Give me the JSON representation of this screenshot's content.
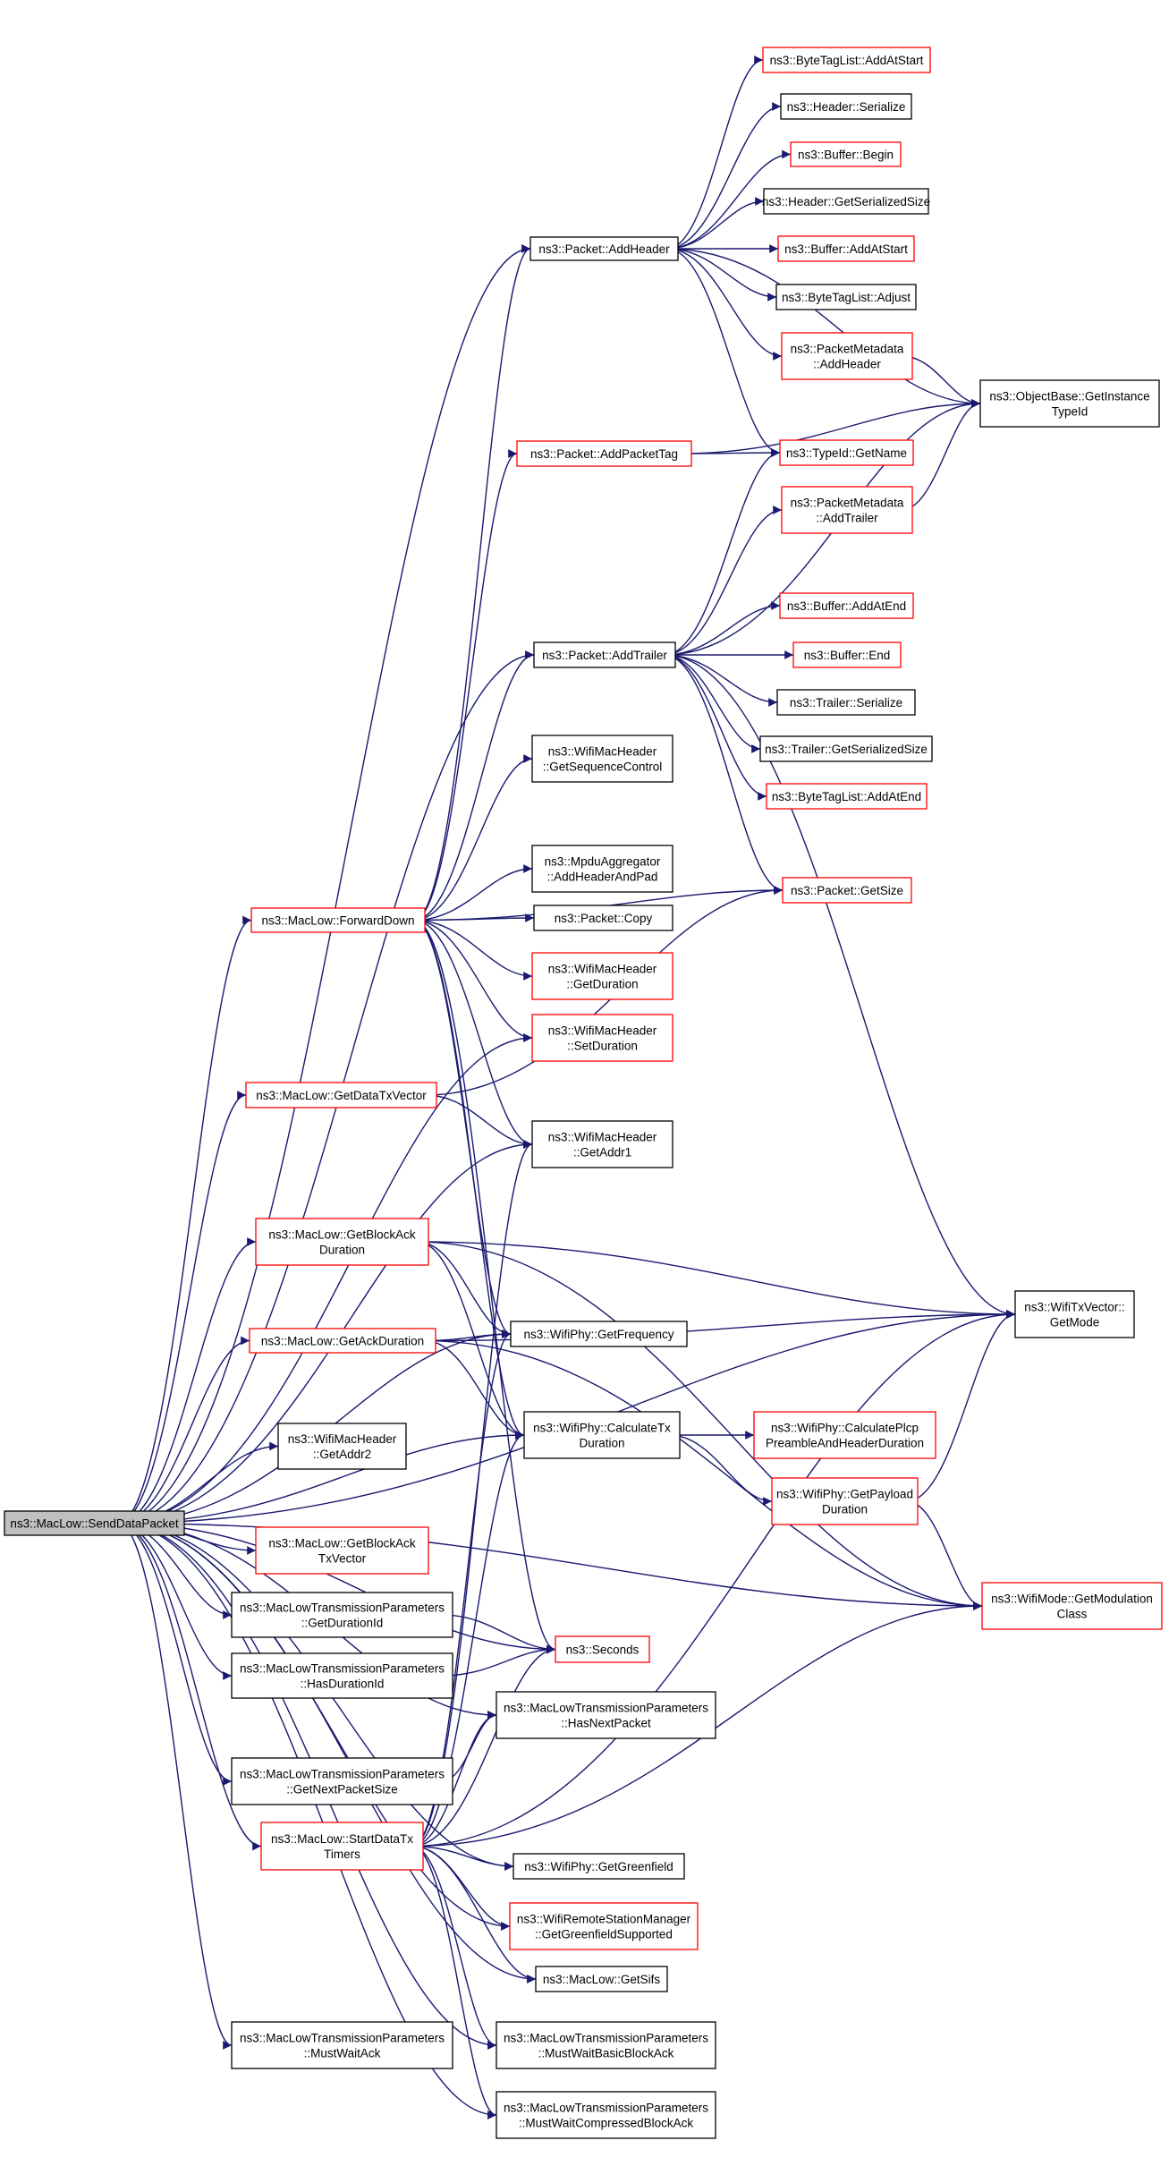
{
  "graph": {
    "colors": {
      "edge": "#191970",
      "node_border_default": "#000000",
      "node_border_truncated": "#ff0000",
      "root_fill": "#bfbfbf",
      "node_fill": "#ffffff"
    },
    "nodes": [
      {
        "id": "root",
        "lines": [
          "ns3::MacLow::SendDataPacket"
        ],
        "style": "root"
      },
      {
        "id": "addHeader",
        "lines": [
          "ns3::Packet::AddHeader"
        ],
        "style": "black"
      },
      {
        "id": "byteTagAddAtStart",
        "lines": [
          "ns3::ByteTagList::AddAtStart"
        ],
        "style": "red"
      },
      {
        "id": "headerSerialize",
        "lines": [
          "ns3::Header::Serialize"
        ],
        "style": "black"
      },
      {
        "id": "bufferBegin",
        "lines": [
          "ns3::Buffer::Begin"
        ],
        "style": "red"
      },
      {
        "id": "headerGetSerializedSize",
        "lines": [
          "ns3::Header::GetSerializedSize"
        ],
        "style": "black"
      },
      {
        "id": "bufferAddAtStart",
        "lines": [
          "ns3::Buffer::AddAtStart"
        ],
        "style": "red"
      },
      {
        "id": "byteTagAdjust",
        "lines": [
          "ns3::ByteTagList::Adjust"
        ],
        "style": "black"
      },
      {
        "id": "pmAddHeader",
        "lines": [
          "ns3::PacketMetadata",
          "::AddHeader"
        ],
        "style": "red"
      },
      {
        "id": "objGetInstanceTypeId",
        "lines": [
          "ns3::ObjectBase::GetInstance",
          "TypeId"
        ],
        "style": "black"
      },
      {
        "id": "addPacketTag",
        "lines": [
          "ns3::Packet::AddPacketTag"
        ],
        "style": "red"
      },
      {
        "id": "typeIdGetName",
        "lines": [
          "ns3::TypeId::GetName"
        ],
        "style": "red"
      },
      {
        "id": "pmAddTrailer",
        "lines": [
          "ns3::PacketMetadata",
          "::AddTrailer"
        ],
        "style": "red"
      },
      {
        "id": "bufferAddAtEnd",
        "lines": [
          "ns3::Buffer::AddAtEnd"
        ],
        "style": "red"
      },
      {
        "id": "addTrailer",
        "lines": [
          "ns3::Packet::AddTrailer"
        ],
        "style": "black"
      },
      {
        "id": "bufferEnd",
        "lines": [
          "ns3::Buffer::End"
        ],
        "style": "red"
      },
      {
        "id": "trailerSerialize",
        "lines": [
          "ns3::Trailer::Serialize"
        ],
        "style": "black"
      },
      {
        "id": "trailerGetSerializedSize",
        "lines": [
          "ns3::Trailer::GetSerializedSize"
        ],
        "style": "black"
      },
      {
        "id": "byteTagAddAtEnd",
        "lines": [
          "ns3::ByteTagList::AddAtEnd"
        ],
        "style": "red"
      },
      {
        "id": "getSeqCtrl",
        "lines": [
          "ns3::WifiMacHeader",
          "::GetSequenceControl"
        ],
        "style": "black"
      },
      {
        "id": "mpduAddHeaderAndPad",
        "lines": [
          "ns3::MpduAggregator",
          "::AddHeaderAndPad"
        ],
        "style": "black"
      },
      {
        "id": "packetGetSize",
        "lines": [
          "ns3::Packet::GetSize"
        ],
        "style": "red"
      },
      {
        "id": "forwardDown",
        "lines": [
          "ns3::MacLow::ForwardDown"
        ],
        "style": "red"
      },
      {
        "id": "packetCopy",
        "lines": [
          "ns3::Packet::Copy"
        ],
        "style": "black"
      },
      {
        "id": "wmhGetDuration",
        "lines": [
          "ns3::WifiMacHeader",
          "::GetDuration"
        ],
        "style": "red"
      },
      {
        "id": "wmhSetDuration",
        "lines": [
          "ns3::WifiMacHeader",
          "::SetDuration"
        ],
        "style": "red"
      },
      {
        "id": "getDataTxVector",
        "lines": [
          "ns3::MacLow::GetDataTxVector"
        ],
        "style": "red"
      },
      {
        "id": "wmhGetAddr1",
        "lines": [
          "ns3::WifiMacHeader",
          "::GetAddr1"
        ],
        "style": "black"
      },
      {
        "id": "getBlockAckDuration",
        "lines": [
          "ns3::MacLow::GetBlockAck",
          "Duration"
        ],
        "style": "red"
      },
      {
        "id": "txVectorGetMode",
        "lines": [
          "ns3::WifiTxVector::",
          "GetMode"
        ],
        "style": "black"
      },
      {
        "id": "getAckDuration",
        "lines": [
          "ns3::MacLow::GetAckDuration"
        ],
        "style": "red"
      },
      {
        "id": "phyGetFrequency",
        "lines": [
          "ns3::WifiPhy::GetFrequency"
        ],
        "style": "black"
      },
      {
        "id": "wmhGetAddr2",
        "lines": [
          "ns3::WifiMacHeader",
          "::GetAddr2"
        ],
        "style": "black"
      },
      {
        "id": "phyCalcTxDuration",
        "lines": [
          "ns3::WifiPhy::CalculateTx",
          "Duration"
        ],
        "style": "black"
      },
      {
        "id": "phyCalcPlcp",
        "lines": [
          "ns3::WifiPhy::CalculatePlcp",
          "PreambleAndHeaderDuration"
        ],
        "style": "red"
      },
      {
        "id": "phyGetPayloadDuration",
        "lines": [
          "ns3::WifiPhy::GetPayload",
          "Duration"
        ],
        "style": "red"
      },
      {
        "id": "getBlockAckTxVector",
        "lines": [
          "ns3::MacLow::GetBlockAck",
          "TxVector"
        ],
        "style": "red"
      },
      {
        "id": "wifiModeGetModClass",
        "lines": [
          "ns3::WifiMode::GetModulation",
          "Class"
        ],
        "style": "red"
      },
      {
        "id": "mltpGetDurationId",
        "lines": [
          "ns3::MacLowTransmissionParameters",
          "::GetDurationId"
        ],
        "style": "black"
      },
      {
        "id": "seconds",
        "lines": [
          "ns3::Seconds"
        ],
        "style": "red"
      },
      {
        "id": "mltpHasDurationId",
        "lines": [
          "ns3::MacLowTransmissionParameters",
          "::HasDurationId"
        ],
        "style": "black"
      },
      {
        "id": "mltpHasNextPacket",
        "lines": [
          "ns3::MacLowTransmissionParameters",
          "::HasNextPacket"
        ],
        "style": "black"
      },
      {
        "id": "mltpGetNextPacketSize",
        "lines": [
          "ns3::MacLowTransmissionParameters",
          "::GetNextPacketSize"
        ],
        "style": "black"
      },
      {
        "id": "startDataTxTimers",
        "lines": [
          "ns3::MacLow::StartDataTx",
          "Timers"
        ],
        "style": "red"
      },
      {
        "id": "phyGetGreenfield",
        "lines": [
          "ns3::WifiPhy::GetGreenfield"
        ],
        "style": "black"
      },
      {
        "id": "wrsmGetGreenfieldSupported",
        "lines": [
          "ns3::WifiRemoteStationManager",
          "::GetGreenfieldSupported"
        ],
        "style": "red"
      },
      {
        "id": "macLowGetSifs",
        "lines": [
          "ns3::MacLow::GetSifs"
        ],
        "style": "black"
      },
      {
        "id": "mltpMustWaitAck",
        "lines": [
          "ns3::MacLowTransmissionParameters",
          "::MustWaitAck"
        ],
        "style": "black"
      },
      {
        "id": "mltpMustWaitBasicBlockAck",
        "lines": [
          "ns3::MacLowTransmissionParameters",
          "::MustWaitBasicBlockAck"
        ],
        "style": "black"
      },
      {
        "id": "mltpMustWaitCompressedBlockAck",
        "lines": [
          "ns3::MacLowTransmissionParameters",
          "::MustWaitCompressedBlockAck"
        ],
        "style": "black"
      }
    ],
    "edges": [
      [
        "root",
        "addHeader"
      ],
      [
        "root",
        "addTrailer"
      ],
      [
        "root",
        "forwardDown"
      ],
      [
        "root",
        "getDataTxVector"
      ],
      [
        "root",
        "wmhGetAddr1"
      ],
      [
        "root",
        "getBlockAckDuration"
      ],
      [
        "root",
        "txVectorGetMode"
      ],
      [
        "root",
        "getAckDuration"
      ],
      [
        "root",
        "phyGetFrequency"
      ],
      [
        "root",
        "phyCalcTxDuration"
      ],
      [
        "root",
        "wmhGetAddr2"
      ],
      [
        "root",
        "getBlockAckTxVector"
      ],
      [
        "root",
        "mltpGetDurationId"
      ],
      [
        "root",
        "seconds"
      ],
      [
        "root",
        "mltpHasDurationId"
      ],
      [
        "root",
        "mltpHasNextPacket"
      ],
      [
        "root",
        "mltpGetNextPacketSize"
      ],
      [
        "root",
        "startDataTxTimers"
      ],
      [
        "root",
        "phyGetGreenfield"
      ],
      [
        "root",
        "wrsmGetGreenfieldSupported"
      ],
      [
        "root",
        "macLowGetSifs"
      ],
      [
        "root",
        "mltpMustWaitAck"
      ],
      [
        "root",
        "mltpMustWaitBasicBlockAck"
      ],
      [
        "root",
        "mltpMustWaitCompressedBlockAck"
      ],
      [
        "root",
        "wifiModeGetModClass"
      ],
      [
        "addHeader",
        "byteTagAddAtStart"
      ],
      [
        "addHeader",
        "headerSerialize"
      ],
      [
        "addHeader",
        "bufferBegin"
      ],
      [
        "addHeader",
        "headerGetSerializedSize"
      ],
      [
        "addHeader",
        "bufferAddAtStart"
      ],
      [
        "addHeader",
        "byteTagAdjust"
      ],
      [
        "addHeader",
        "pmAddHeader"
      ],
      [
        "addHeader",
        "objGetInstanceTypeId"
      ],
      [
        "addHeader",
        "typeIdGetName"
      ],
      [
        "pmAddHeader",
        "objGetInstanceTypeId"
      ],
      [
        "addPacketTag",
        "objGetInstanceTypeId"
      ],
      [
        "addPacketTag",
        "typeIdGetName"
      ],
      [
        "pmAddTrailer",
        "objGetInstanceTypeId"
      ],
      [
        "addTrailer",
        "typeIdGetName"
      ],
      [
        "addTrailer",
        "pmAddTrailer"
      ],
      [
        "addTrailer",
        "objGetInstanceTypeId"
      ],
      [
        "addTrailer",
        "bufferAddAtEnd"
      ],
      [
        "addTrailer",
        "bufferEnd"
      ],
      [
        "addTrailer",
        "trailerSerialize"
      ],
      [
        "addTrailer",
        "trailerGetSerializedSize"
      ],
      [
        "addTrailer",
        "byteTagAddAtEnd"
      ],
      [
        "addTrailer",
        "packetGetSize"
      ],
      [
        "addTrailer",
        "txVectorGetMode"
      ],
      [
        "forwardDown",
        "addHeader"
      ],
      [
        "forwardDown",
        "addPacketTag"
      ],
      [
        "forwardDown",
        "addTrailer"
      ],
      [
        "forwardDown",
        "getSeqCtrl"
      ],
      [
        "forwardDown",
        "mpduAddHeaderAndPad"
      ],
      [
        "forwardDown",
        "packetGetSize"
      ],
      [
        "forwardDown",
        "packetCopy"
      ],
      [
        "forwardDown",
        "wmhGetDuration"
      ],
      [
        "forwardDown",
        "wmhSetDuration"
      ],
      [
        "forwardDown",
        "wmhGetAddr1"
      ],
      [
        "forwardDown",
        "phyGetFrequency"
      ],
      [
        "forwardDown",
        "phyCalcTxDuration"
      ],
      [
        "forwardDown",
        "seconds"
      ],
      [
        "getDataTxVector",
        "wmhGetAddr1"
      ],
      [
        "getDataTxVector",
        "packetGetSize"
      ],
      [
        "root",
        "wmhSetDuration"
      ],
      [
        "getBlockAckDuration",
        "txVectorGetMode"
      ],
      [
        "getBlockAckDuration",
        "phyGetFrequency"
      ],
      [
        "getBlockAckDuration",
        "phyCalcTxDuration"
      ],
      [
        "getBlockAckDuration",
        "wifiModeGetModClass"
      ],
      [
        "getAckDuration",
        "phyGetFrequency"
      ],
      [
        "getAckDuration",
        "txVectorGetMode"
      ],
      [
        "getAckDuration",
        "phyCalcTxDuration"
      ],
      [
        "getAckDuration",
        "wifiModeGetModClass"
      ],
      [
        "phyCalcTxDuration",
        "phyCalcPlcp"
      ],
      [
        "phyCalcTxDuration",
        "phyGetPayloadDuration"
      ],
      [
        "phyGetPayloadDuration",
        "txVectorGetMode"
      ],
      [
        "phyGetPayloadDuration",
        "wifiModeGetModClass"
      ],
      [
        "mltpGetDurationId",
        "seconds"
      ],
      [
        "mltpHasDurationId",
        "seconds"
      ],
      [
        "mltpGetNextPacketSize",
        "mltpHasNextPacket"
      ],
      [
        "startDataTxTimers",
        "wmhGetAddr1"
      ],
      [
        "startDataTxTimers",
        "phyGetFrequency"
      ],
      [
        "startDataTxTimers",
        "phyCalcTxDuration"
      ],
      [
        "startDataTxTimers",
        "txVectorGetMode"
      ],
      [
        "startDataTxTimers",
        "wifiModeGetModClass"
      ],
      [
        "startDataTxTimers",
        "mltpHasNextPacket"
      ],
      [
        "startDataTxTimers",
        "phyGetGreenfield"
      ],
      [
        "startDataTxTimers",
        "wrsmGetGreenfieldSupported"
      ],
      [
        "startDataTxTimers",
        "macLowGetSifs"
      ],
      [
        "startDataTxTimers",
        "mltpMustWaitBasicBlockAck"
      ],
      [
        "startDataTxTimers",
        "mltpMustWaitCompressedBlockAck"
      ],
      [
        "startDataTxTimers",
        "seconds"
      ]
    ]
  }
}
